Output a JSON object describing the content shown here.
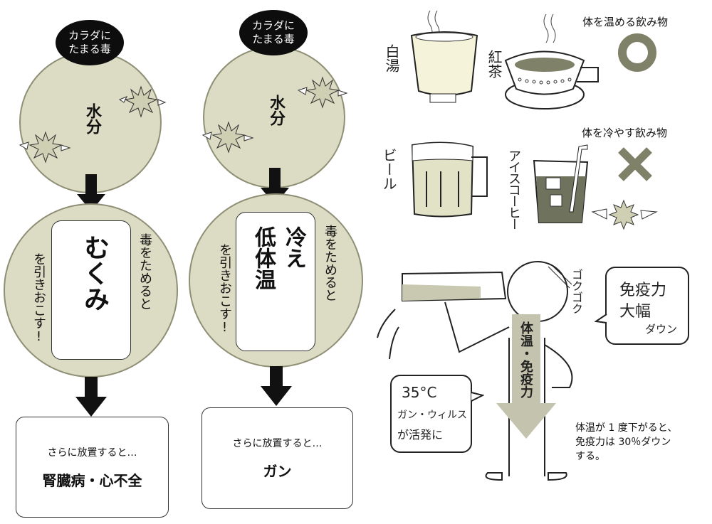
{
  "left_flow": {
    "badge": [
      "カラダに",
      "たまる毒"
    ],
    "toxin": "水分",
    "left_caption": "を引きおこす!",
    "right_caption": "毒をためると",
    "condition": "むくみ",
    "result_intro": "さらに放置すると…",
    "result": "腎臓病・心不全"
  },
  "right_flow": {
    "badge": [
      "カラダに",
      "たまる毒"
    ],
    "toxin": "水分",
    "left_caption": "を引きおこす!",
    "right_caption": "毒をためると",
    "condition_col1": "冷え",
    "condition_col2": "低体温",
    "result_intro": "さらに放置すると…",
    "result": "ガン"
  },
  "warming_drinks": {
    "heading": "体を温める飲み物",
    "mark": "○",
    "items": [
      {
        "label": "白湯"
      },
      {
        "label": "紅茶"
      }
    ]
  },
  "cooling_drinks": {
    "heading": "体を冷やす飲み物",
    "mark": "×",
    "items": [
      {
        "label": "ビール"
      },
      {
        "label": "アイスコーヒー"
      }
    ]
  },
  "illustration": {
    "sound_effect": "ゴクゴク",
    "speech_right": [
      "免疫力",
      "大幅",
      "ダウン"
    ],
    "speech_left": [
      "35°C",
      "ガン・ウィルス",
      "が活発に"
    ],
    "arrow_text": "体温・免疫力"
  },
  "note": [
    "体温が 1 度下がると、",
    "免疫力は 30％ダウン",
    "する。"
  ],
  "colors": {
    "circle_fill": "#dcdcc4",
    "mark_olive": "#7f8169",
    "arrow_gray": "#c4c4ae",
    "tea_dark": "#7f8169"
  }
}
